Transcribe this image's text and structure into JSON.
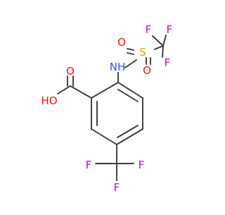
{
  "colors": {
    "bond": "#3a3a3a",
    "oxygen": "#ff0d0d",
    "nitrogen": "#3050f8",
    "sulfur": "#c7a800",
    "fluorine": "#c800c8"
  },
  "atoms": {
    "oh": "HO",
    "o_carbonyl": "O",
    "nh": "NH",
    "s": "S",
    "o_s_left": "O",
    "o_s_bottom": "O",
    "f_top1": "F",
    "f_top2": "F",
    "f_top3": "F",
    "f_bot1": "F",
    "f_bot2": "F",
    "f_bot3": "F"
  }
}
